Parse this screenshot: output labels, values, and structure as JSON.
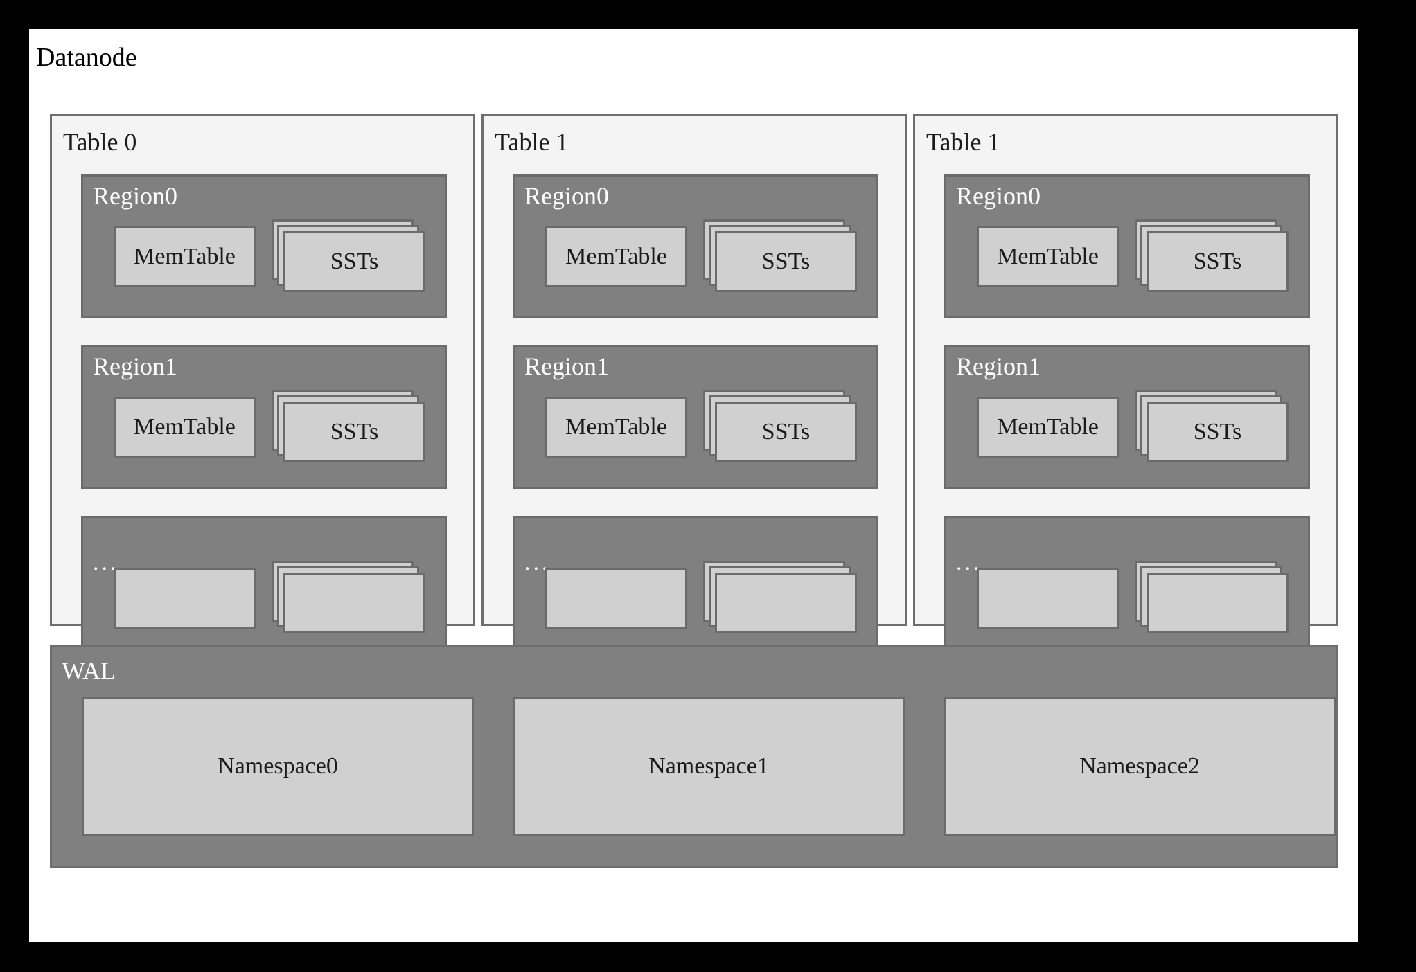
{
  "diagram": {
    "title": "Datanode",
    "background_color": "#ffffff",
    "frame_color": "#000000",
    "panel_color": "#f4f4f4",
    "region_color": "#808080",
    "box_color": "#d0d0d0",
    "border_color": "#6b6b6b"
  },
  "tables": [
    {
      "label": "Table 0",
      "regions": [
        {
          "label": "Region0",
          "memtable": "MemTable",
          "ssts": "SSTs",
          "is_ellipsis": false
        },
        {
          "label": "Region1",
          "memtable": "MemTable",
          "ssts": "SSTs",
          "is_ellipsis": false
        },
        {
          "label": "...",
          "memtable": "",
          "ssts": "",
          "is_ellipsis": true
        }
      ]
    },
    {
      "label": "Table 1",
      "regions": [
        {
          "label": "Region0",
          "memtable": "MemTable",
          "ssts": "SSTs",
          "is_ellipsis": false
        },
        {
          "label": "Region1",
          "memtable": "MemTable",
          "ssts": "SSTs",
          "is_ellipsis": false
        },
        {
          "label": "...",
          "memtable": "",
          "ssts": "",
          "is_ellipsis": true
        }
      ]
    },
    {
      "label": "Table 1",
      "regions": [
        {
          "label": "Region0",
          "memtable": "MemTable",
          "ssts": "SSTs",
          "is_ellipsis": false
        },
        {
          "label": "Region1",
          "memtable": "MemTable",
          "ssts": "SSTs",
          "is_ellipsis": false
        },
        {
          "label": "...",
          "memtable": "",
          "ssts": "",
          "is_ellipsis": true
        }
      ]
    }
  ],
  "wal": {
    "label": "WAL",
    "namespaces": [
      {
        "label": "Namespace0"
      },
      {
        "label": "Namespace1"
      },
      {
        "label": "Namespace2"
      }
    ]
  }
}
